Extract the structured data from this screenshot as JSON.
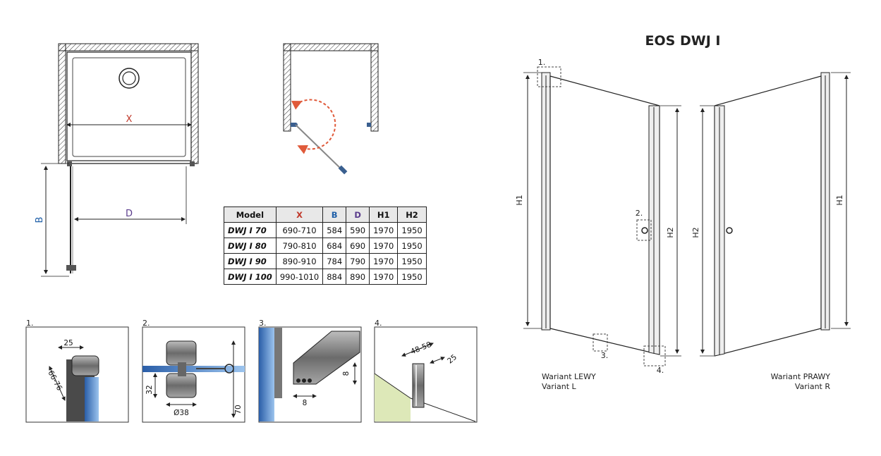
{
  "title": "EOS DWJ I",
  "plan_view": {
    "x_label": "X",
    "b_label": "B",
    "d_label": "D"
  },
  "table": {
    "headers": [
      "Model",
      "X",
      "B",
      "D",
      "H1",
      "H2"
    ],
    "rows": [
      [
        "DWJ I 70",
        "690-710",
        "584",
        "590",
        "1970",
        "1950"
      ],
      [
        "DWJ I 80",
        "790-810",
        "684",
        "690",
        "1970",
        "1950"
      ],
      [
        "DWJ I 90",
        "890-910",
        "784",
        "790",
        "1970",
        "1950"
      ],
      [
        "DWJ I 100",
        "990-1010",
        "884",
        "890",
        "1970",
        "1950"
      ]
    ]
  },
  "details": [
    {
      "number": "1.",
      "dims": [
        "25",
        "66-76"
      ]
    },
    {
      "number": "2.",
      "dims": [
        "32",
        "Ø38",
        "70"
      ]
    },
    {
      "number": "3.",
      "dims": [
        "8",
        "8"
      ]
    },
    {
      "number": "4.",
      "dims": [
        "48-58",
        "25"
      ]
    }
  ],
  "elevation": {
    "callouts": [
      "1.",
      "2.",
      "3.",
      "4."
    ],
    "h1_label": "H1",
    "h2_label": "H2",
    "variant_left": [
      "Wariant LEWY",
      "Variant L"
    ],
    "variant_right": [
      "Wariant PRAWY",
      "Variant R"
    ]
  },
  "colors": {
    "x": "#c0392b",
    "b": "#1f5fa8",
    "d": "#5a3c8c",
    "swing": "#e05a3a",
    "glass": "#5b8fd0"
  }
}
